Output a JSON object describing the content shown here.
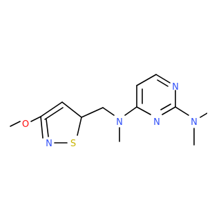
{
  "molecule": {
    "atoms": {
      "O_methoxy": {
        "symbol": "O",
        "color": "#ff0d0d"
      },
      "N_isothiazole": {
        "symbol": "N",
        "color": "#3050f8"
      },
      "S_isothiazole": {
        "symbol": "S",
        "color": "#c8b400"
      },
      "N_amine_bridge": {
        "symbol": "N",
        "color": "#3050f8"
      },
      "N_pyrimidine_top": {
        "symbol": "N",
        "color": "#3050f8"
      },
      "N_pyrimidine_bottom": {
        "symbol": "N",
        "color": "#3050f8"
      },
      "N_dimethylamino": {
        "symbol": "N",
        "color": "#3050f8"
      }
    },
    "bond_color": "#000000"
  }
}
